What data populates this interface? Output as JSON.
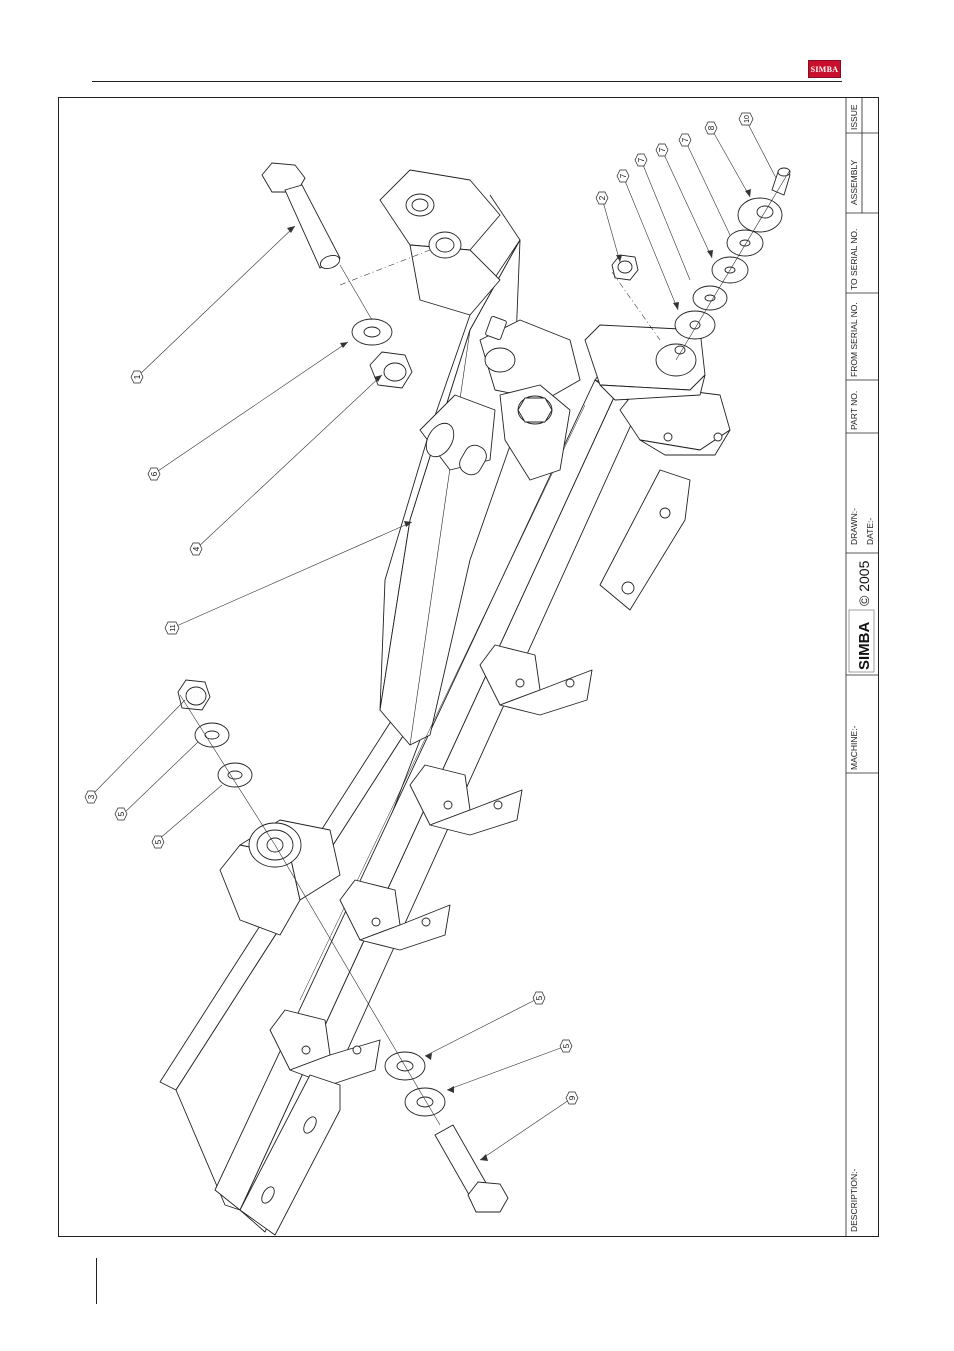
{
  "header": {
    "logo_text": "SIMBA"
  },
  "title_block": {
    "issue_label": "ISSUE",
    "assembly_label": "ASSEMBLY",
    "to_serial_label": "TO SERIAL NO.",
    "from_serial_label": "FROM SERIAL NO.",
    "part_no_label": "PART NO.",
    "drawn_label": "DRAWN:-",
    "date_label": "DATE:-",
    "brand_text": "SIMBA",
    "copyright_text": "© 2005",
    "machine_label": "MACHINE:-",
    "description_label": "DESCRIPTION:-"
  },
  "callouts": [
    {
      "id": "c1",
      "label": "1"
    },
    {
      "id": "c6",
      "label": "6"
    },
    {
      "id": "c4",
      "label": "4"
    },
    {
      "id": "c11",
      "label": "11"
    },
    {
      "id": "c3",
      "label": "3"
    },
    {
      "id": "c5a",
      "label": "5"
    },
    {
      "id": "c5b",
      "label": "5"
    },
    {
      "id": "c5c",
      "label": "5"
    },
    {
      "id": "c5d",
      "label": "5"
    },
    {
      "id": "c9",
      "label": "9"
    },
    {
      "id": "c2",
      "label": "2"
    },
    {
      "id": "c7a",
      "label": "7"
    },
    {
      "id": "c7b",
      "label": "7"
    },
    {
      "id": "c7c",
      "label": "7"
    },
    {
      "id": "c7d",
      "label": "7"
    },
    {
      "id": "c8",
      "label": "8"
    },
    {
      "id": "c10",
      "label": "10"
    }
  ]
}
